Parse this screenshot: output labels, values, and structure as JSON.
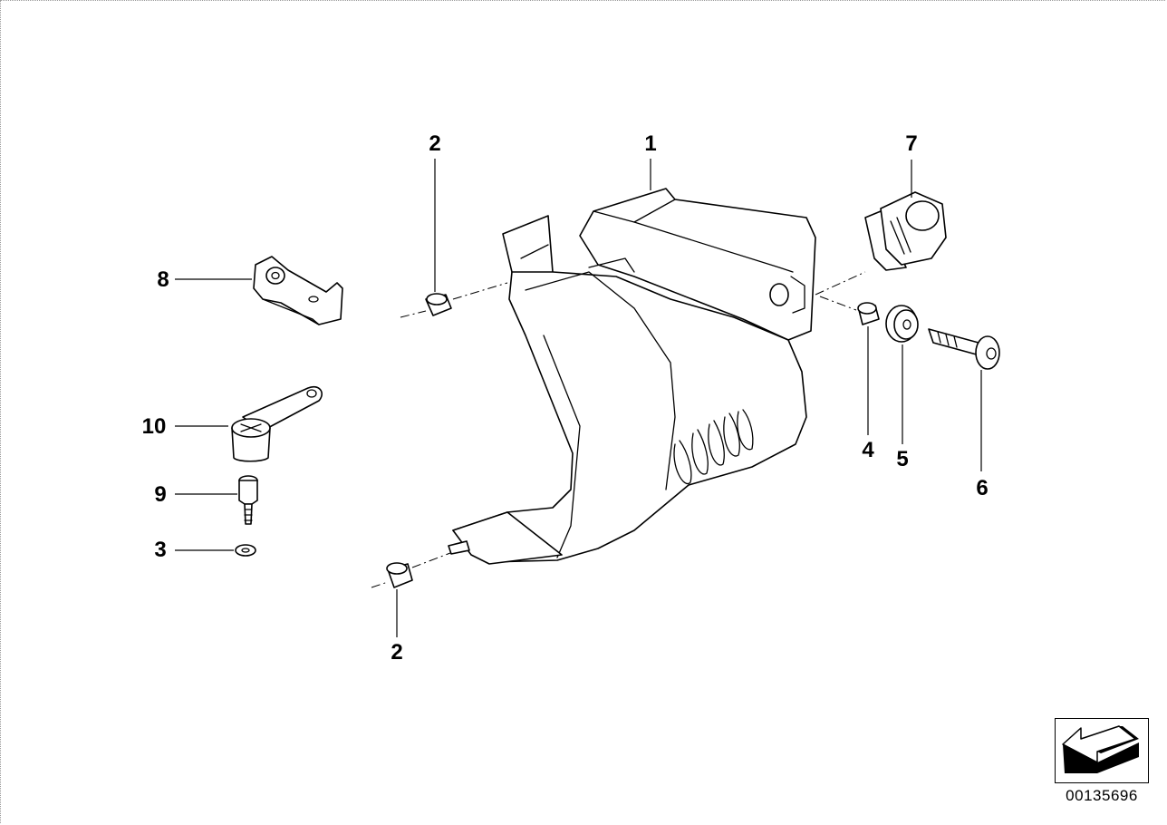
{
  "diagram": {
    "callouts": {
      "c1": "1",
      "c2_top": "2",
      "c2_bottom": "2",
      "c3": "3",
      "c4": "4",
      "c5": "5",
      "c6": "6",
      "c7": "7",
      "c8": "8",
      "c9": "9",
      "c10": "10"
    },
    "reference_number": "00135696",
    "reference_icon": "arrow-icon"
  }
}
